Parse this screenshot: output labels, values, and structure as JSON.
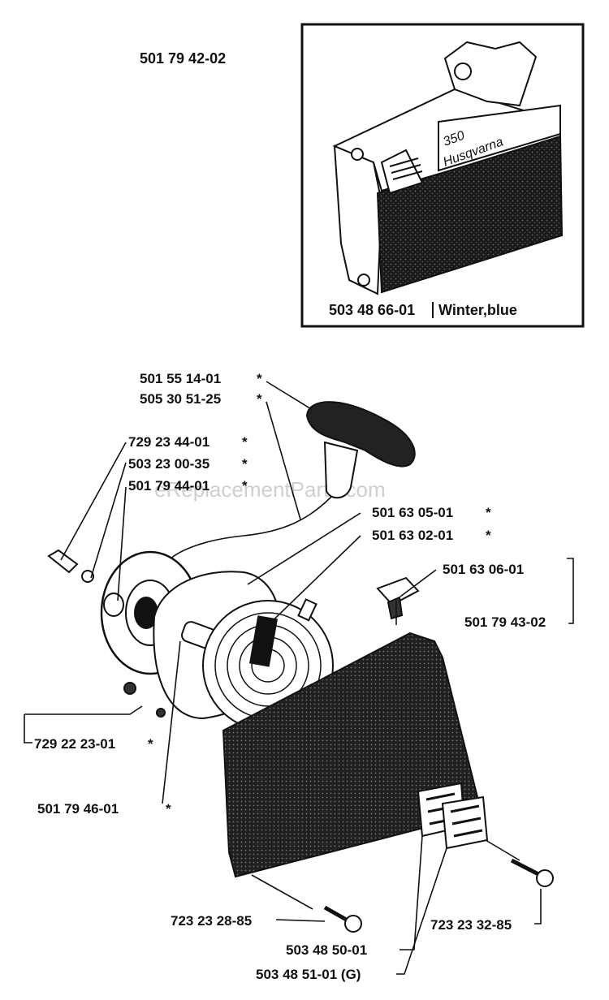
{
  "kit_label": "501 79 42-02",
  "inset": {
    "part_number": "503 48 66-01",
    "variant": "Winter,blue",
    "brand_text": "Husqvarna",
    "model_text": "350"
  },
  "callouts": {
    "c1": "501 55 14-01",
    "c2": "505 30 51-25",
    "c3": "729 23 44-01",
    "c4": "503 23 00-35",
    "c5": "501 79 44-01",
    "c6": "501 63 05-01",
    "c7": "501 63 02-01",
    "c8": "501 63 06-01",
    "c9": "501 79 43-02",
    "c10": "729 22 23-01",
    "c11": "501 79 46-01",
    "c12": "723 23 28-85",
    "c13": "723 23 32-85",
    "c14": "503 48 50-01",
    "c15": "503 48 51-01 (G)"
  },
  "asterisk": "*",
  "watermark": "eReplacementParts.com",
  "colors": {
    "ink": "#111111",
    "paper": "#ffffff",
    "watermark": "#cfcfcf"
  }
}
